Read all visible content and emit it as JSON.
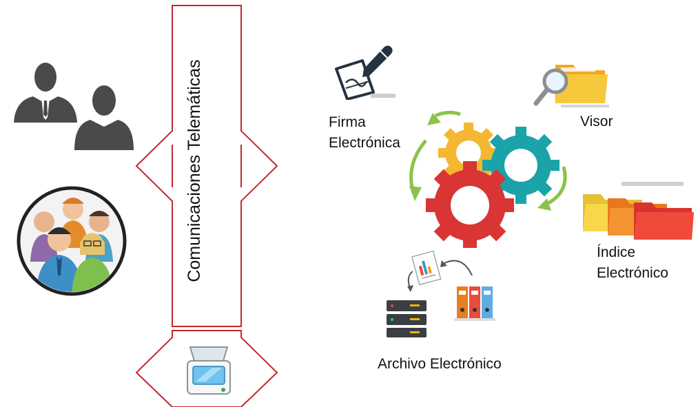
{
  "diagram": {
    "center_label": "Comunicaciones Telemáticas",
    "components": {
      "firma": "Firma\nElectrónica",
      "visor": "Visor",
      "indice": "Índice\nElectrónico",
      "archivo": "Archivo Electrónico"
    },
    "icons": {
      "user_pair": "businessman-businesswoman-icon",
      "user_group": "user-group-icon",
      "scanner": "scanner-icon",
      "signature": "signature-pen-icon",
      "viewer": "folder-magnifier-icon",
      "index": "stacked-folders-icon",
      "archive": "server-binders-icon",
      "process": "gears-cycle-icon"
    },
    "colors": {
      "arrow_outline": "#c0282e",
      "gear_yellow": "#f4b731",
      "gear_teal": "#1aa3a8",
      "gear_red": "#d93535",
      "cycle_green": "#8bc34a"
    }
  }
}
